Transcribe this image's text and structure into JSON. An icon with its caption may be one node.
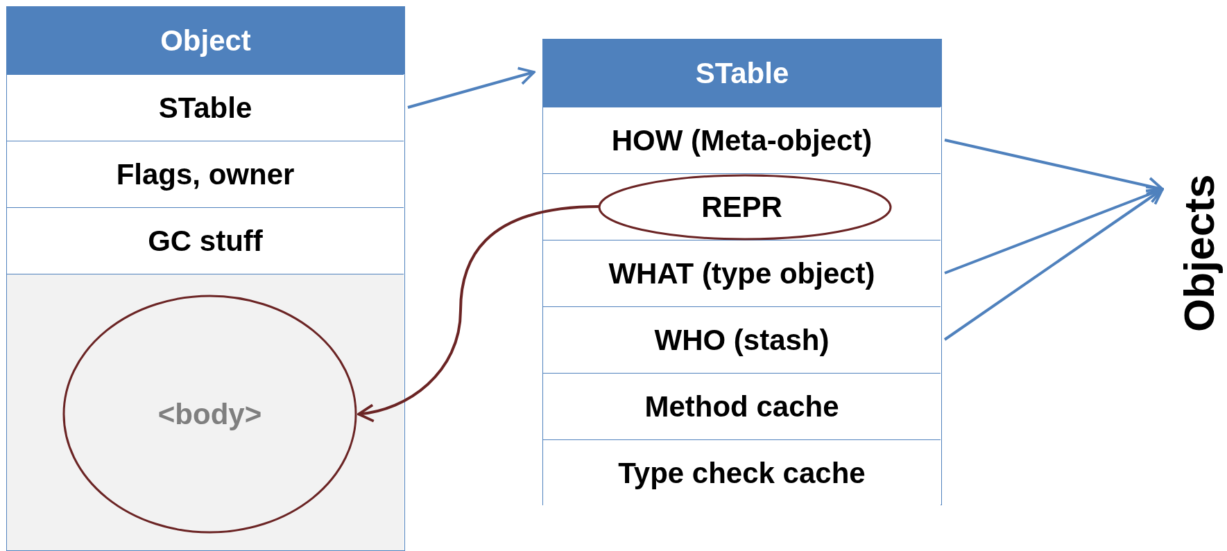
{
  "diagram": {
    "nodes": [
      {
        "text": [
          "Object"
        ]
      },
      {
        "text": [
          "STable"
        ],
        "in": 0
      },
      {
        "text": [
          "Flags, owner"
        ],
        "in": 0
      },
      {
        "text": [
          "GC stuff"
        ],
        "in": 0
      },
      {
        "text": [
          "<body>"
        ],
        "in": 0
      },
      {
        "text": [
          "STable"
        ]
      },
      {
        "text": [
          "HOW (Meta-object)"
        ],
        "in": 5
      },
      {
        "text": [
          "REPR"
        ],
        "in": 5
      },
      {
        "text": [
          "WHAT (type object)"
        ],
        "in": 5
      },
      {
        "text": [
          "WHO (stash)"
        ],
        "in": 5
      },
      {
        "text": [
          "Method cache"
        ],
        "in": 5
      },
      {
        "text": [
          "Type check cache"
        ],
        "in": 5
      },
      {
        "text": [
          "Objects"
        ]
      }
    ],
    "edges": [
      {
        "from": 1,
        "to": 5,
        "arrow": "to"
      },
      {
        "from": 6,
        "to": 12,
        "arrow": "to"
      },
      {
        "from": 7,
        "to": 4,
        "arrow": "to",
        "color": "#6b2424"
      },
      {
        "from": 8,
        "to": 12,
        "arrow": "to"
      },
      {
        "from": 9,
        "to": 12,
        "arrow": "to"
      }
    ]
  }
}
